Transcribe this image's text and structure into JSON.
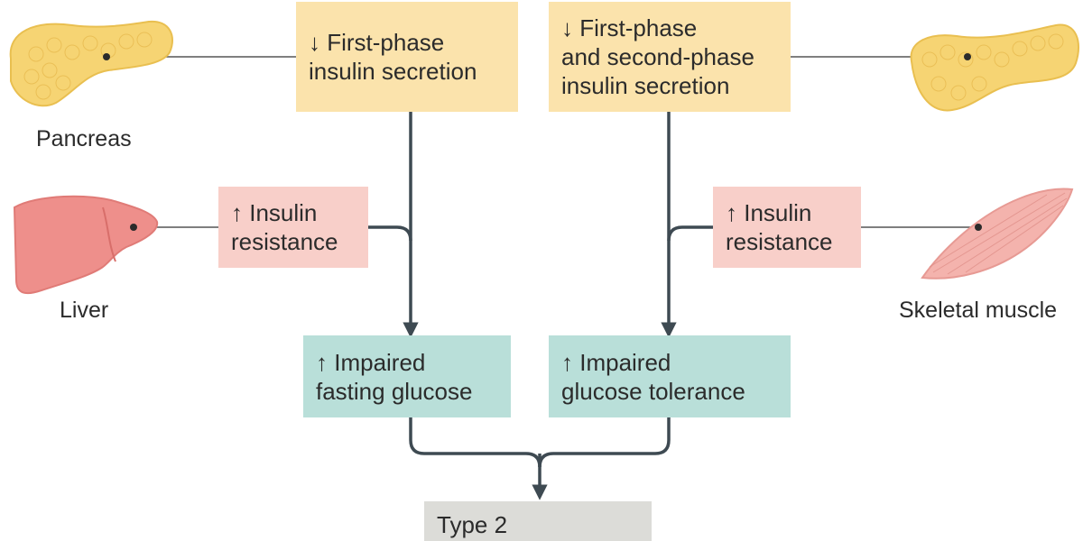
{
  "boxes": {
    "pancreas_left": {
      "lines": [
        "↓ First-phase",
        "insulin secretion"
      ]
    },
    "pancreas_right": {
      "lines": [
        "↓ First-phase",
        "and second-phase",
        "insulin secretion"
      ]
    },
    "liver_resistance": {
      "lines": [
        "↑ Insulin",
        "resistance"
      ]
    },
    "muscle_resistance": {
      "lines": [
        "↑ Insulin",
        "resistance"
      ]
    },
    "ifg": {
      "lines": [
        "↑ Impaired",
        "fasting glucose"
      ]
    },
    "igt": {
      "lines": [
        "↑ Impaired",
        "glucose tolerance"
      ]
    },
    "outcome": {
      "lines": [
        "Type 2"
      ]
    }
  },
  "organs": {
    "pancreas_left": "Pancreas",
    "liver": "Liver",
    "skeletal_muscle": "Skeletal muscle"
  },
  "colors": {
    "yellow_box": "#fbe3ac",
    "pink_box": "#f8cfc9",
    "teal_box": "#b9dfd9",
    "gray_box": "#dcdcd8",
    "arrow": "#3e4a52",
    "pancreas": "#f6d473",
    "liver": "#ee8f8b",
    "muscle": "#f4b3ad"
  }
}
